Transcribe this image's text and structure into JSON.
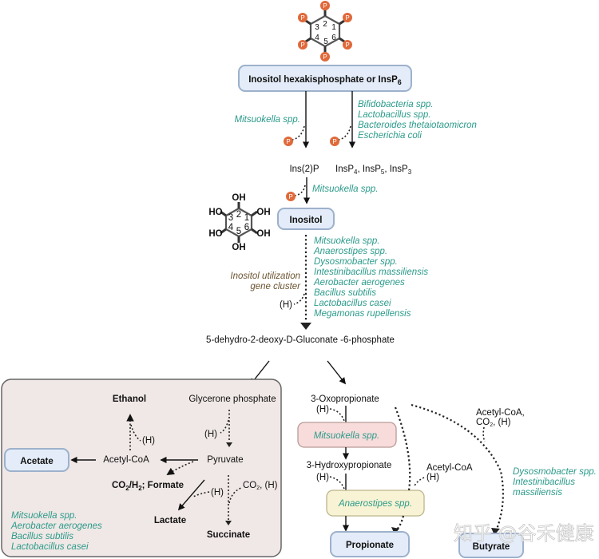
{
  "nodes": {
    "insp6": "Inositol hexakisphosphate or InsP",
    "insp6_sub": "6",
    "inositol": "Inositol",
    "acetate": "Acetate",
    "propionate": "Propionate",
    "butyrate": "Butyrate"
  },
  "intermediates": {
    "ins2p": "Ins(2)P",
    "insp_lower": [
      "InsP",
      "4",
      ", InsP",
      "5",
      ", InsP",
      "3"
    ],
    "gluconate": "5-dehydro-2-deoxy-D-Gluconate -6-phosphate",
    "glycerone": "Glycerone phosphate",
    "pyruvate": "Pyruvate",
    "acetyl_coa": "Acetyl-CoA",
    "ethanol": "Ethanol",
    "co2h2_formate": [
      "CO",
      "2",
      "/H",
      "2",
      "; Formate"
    ],
    "lactate": "Lactate",
    "succinate": "Succinate",
    "oxopropionate": "3-Oxopropionate",
    "hydroxypropionate": "3-Hydroxypropionate"
  },
  "cofactors": {
    "h": "(H)",
    "co2_h": [
      "CO",
      "2",
      ", (H)"
    ],
    "acetyl_coa_h": [
      "Acetyl-CoA",
      "(H)"
    ],
    "acetyl_coa_co2_h": [
      "Acetyl-CoA,",
      "CO",
      "2",
      ", (H)"
    ],
    "phosphate": "P"
  },
  "organisms": {
    "step1_left": "Mitsuokella spp.",
    "step1_right": [
      "Bifidobacteria spp.",
      "Lactobacillus spp.",
      "Bacteroides thetaiotaomicron",
      "Escherichia coli"
    ],
    "step2": "Mitsuokella spp.",
    "step3": [
      "Mitsuokella spp.",
      "Anaerostipes spp.",
      "Dysosmobacter spp.",
      "Intestinibacillus massiliensis",
      "Aerobacter aerogenes",
      "Bacillus subtilis",
      "Lactobacillus casei",
      "Megamonas rupellensis"
    ],
    "gene_cluster": [
      "Inositol utilization",
      "gene cluster"
    ],
    "fermentation_box": [
      "Mitsuokella spp.",
      "Aerobacter aerogenes",
      "Bacillus subtilis",
      "Lactobacillus casei"
    ],
    "propionate_box1": "Mitsuokella spp.",
    "propionate_box2": "Anaerostipes spp.",
    "butyrate": [
      "Dysosmobacter spp.",
      "Intestinibacillus",
      "massiliensis"
    ]
  },
  "ring_numbers": [
    "2",
    "1",
    "3",
    "4",
    "6",
    "5"
  ],
  "hydroxyl": [
    "OH",
    "HO",
    "OH",
    "HO",
    "OH",
    "OH"
  ],
  "watermark": "知乎 @谷禾健康",
  "colors": {
    "organism_text": "#2a9a8a",
    "node_fill": "#e3ecf8",
    "phosphate": "#e0693a",
    "fermentation_box_fill": "#f0e8e6",
    "mitsuokella_box_fill": "#f8dcdb",
    "anaerostipes_box_fill": "#f8f3d4"
  }
}
